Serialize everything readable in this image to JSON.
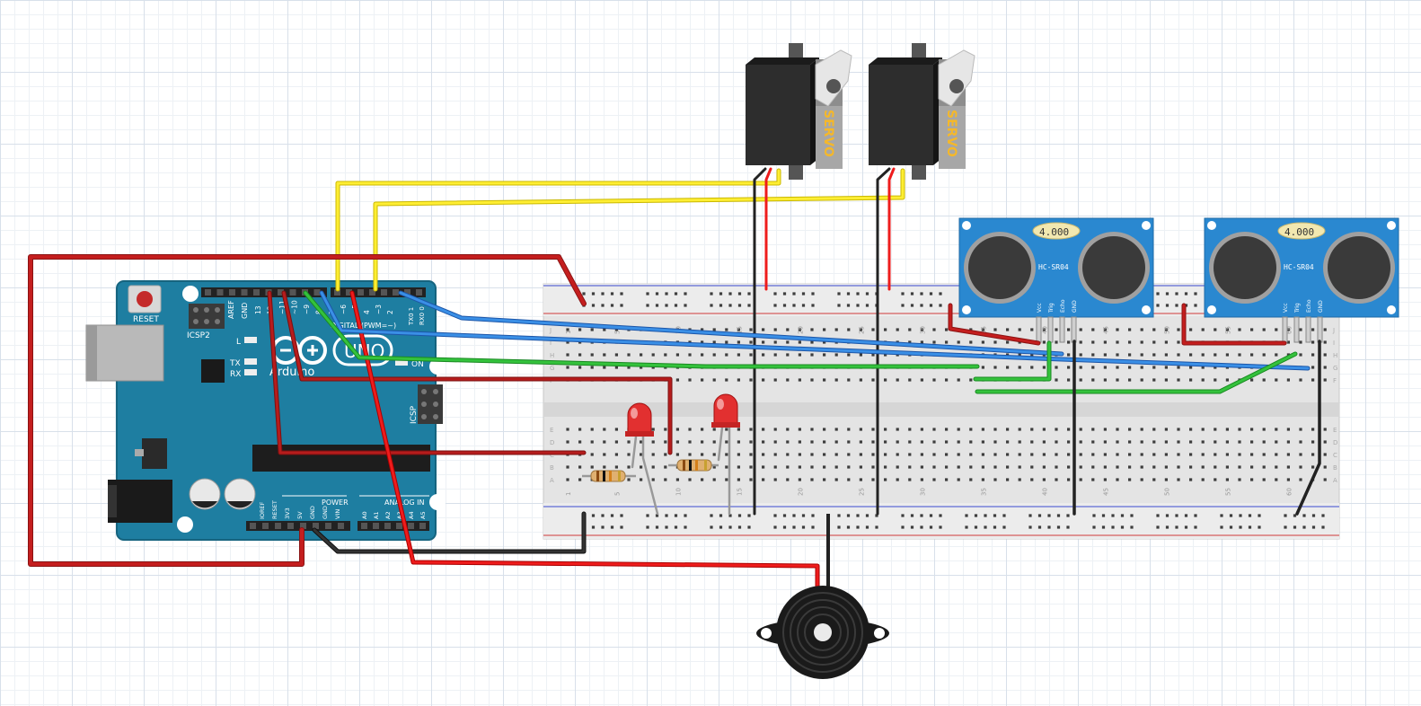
{
  "arduino": {
    "brand_text": "Arduino",
    "model_text": "UNO",
    "reset_label": "RESET",
    "icsp2_label": "ICSP2",
    "icsp_label": "ICSP",
    "led_l_label": "L",
    "led_tx_label": "TX",
    "led_rx_label": "RX",
    "led_on_label": "ON",
    "aref_label": "AREF",
    "gnd_label": "GND",
    "digital_label": "DIGITAL (PWM=~)",
    "tx_pin_label": "TX0 1",
    "rx_pin_label": "RX0 0",
    "digital_pins": [
      "13",
      "12",
      "~11",
      "~10",
      "~9",
      "8",
      "7",
      "~6",
      "~5",
      "4",
      "~3",
      "2"
    ],
    "power_label": "POWER",
    "power_pins": [
      "IOREF",
      "RESET",
      "3V3",
      "5V",
      "GND",
      "GND",
      "VIN"
    ],
    "analog_label": "ANALOG IN",
    "analog_pins": [
      "A0",
      "A1",
      "A2",
      "A3",
      "A4",
      "A5"
    ]
  },
  "servos": [
    {
      "label": "SERVO"
    },
    {
      "label": "SERVO"
    }
  ],
  "sensors": [
    {
      "display": "4.000",
      "model": "HC-SR04",
      "pins": [
        "Vcc",
        "Trig",
        "Echo",
        "GND"
      ]
    },
    {
      "display": "4.000",
      "model": "HC-SR04",
      "pins": [
        "Vcc",
        "Trig",
        "Echo",
        "GND"
      ]
    }
  ],
  "breadboard": {
    "column_numbers": [
      "1",
      "5",
      "10",
      "15",
      "20",
      "25",
      "30",
      "35",
      "40",
      "45",
      "50",
      "55",
      "60"
    ],
    "row_letters_top": [
      "J",
      "I",
      "H",
      "G",
      "F"
    ],
    "row_letters_bottom": [
      "E",
      "D",
      "C",
      "B",
      "A"
    ]
  },
  "colors": {
    "board": "#1e7ea1",
    "wire_red": "#cc1e1e",
    "wire_dark_red": "#b01c1c",
    "wire_black": "#222222",
    "wire_yellow": "#ffee33",
    "wire_blue": "#3a7fd6",
    "wire_green": "#2fbb3a",
    "sensor": "#2a88d0",
    "led": "#e23030"
  }
}
